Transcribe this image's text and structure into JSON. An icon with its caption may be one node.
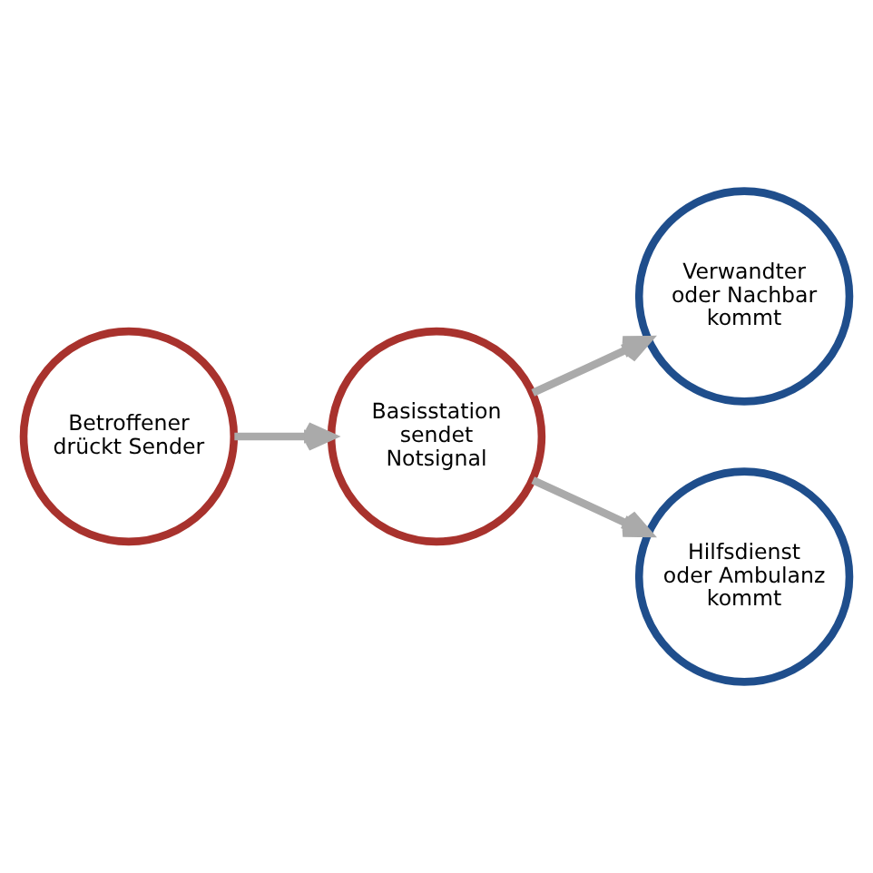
{
  "diagram": {
    "nodes": [
      {
        "text": [
          "Betroffener drückt Sender"
        ]
      },
      {
        "text": [
          "Basisstation sendet Notsignal"
        ]
      },
      {
        "text": [
          "Verwandter oder Nachbar kommt"
        ]
      },
      {
        "text": [
          "Hilfsdienst oder Ambulanz kommt"
        ]
      }
    ],
    "edges": [
      {
        "from": 0,
        "to": 1,
        "arrow": "to"
      },
      {
        "from": 1,
        "to": 2,
        "arrow": "to"
      },
      {
        "from": 1,
        "to": 3,
        "arrow": "to"
      }
    ]
  }
}
